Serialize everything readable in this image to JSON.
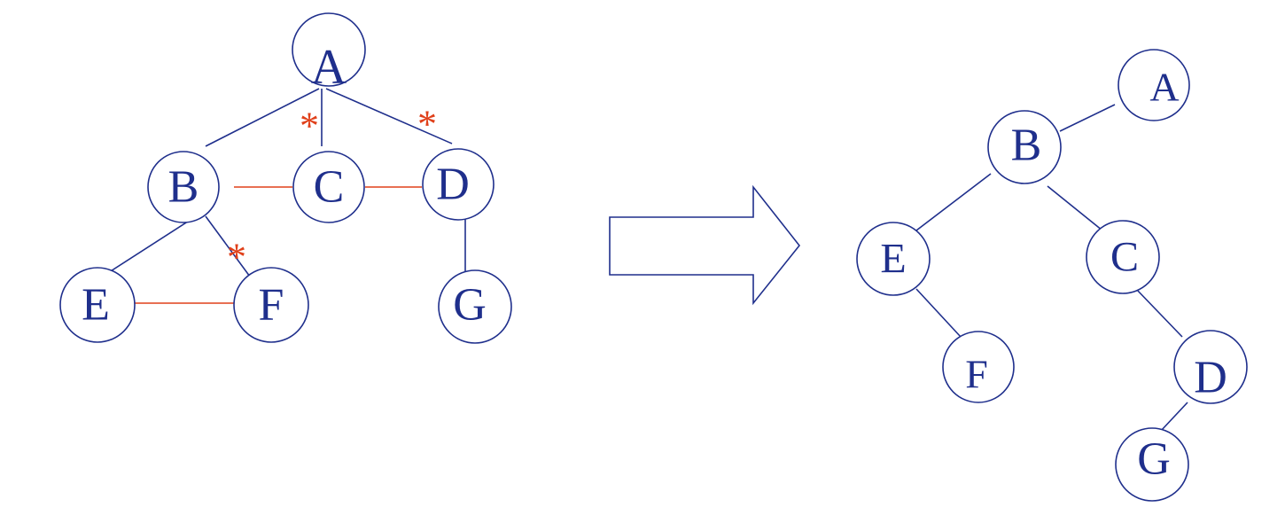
{
  "left_tree": {
    "nodes": [
      {
        "id": "A",
        "label": "A"
      },
      {
        "id": "B",
        "label": "B"
      },
      {
        "id": "C",
        "label": "C"
      },
      {
        "id": "D",
        "label": "D"
      },
      {
        "id": "E",
        "label": "E"
      },
      {
        "id": "F",
        "label": "F"
      },
      {
        "id": "G",
        "label": "G"
      }
    ],
    "edges": [
      {
        "from": "A",
        "to": "B",
        "kind": "parent-child"
      },
      {
        "from": "A",
        "to": "C",
        "kind": "parent-child",
        "removed_mark": "*"
      },
      {
        "from": "A",
        "to": "D",
        "kind": "parent-child",
        "removed_mark": "*"
      },
      {
        "from": "B",
        "to": "E",
        "kind": "parent-child"
      },
      {
        "from": "B",
        "to": "F",
        "kind": "parent-child",
        "removed_mark": "*"
      },
      {
        "from": "D",
        "to": "G",
        "kind": "parent-child"
      },
      {
        "from": "B",
        "to": "C",
        "kind": "sibling-link"
      },
      {
        "from": "C",
        "to": "D",
        "kind": "sibling-link"
      },
      {
        "from": "E",
        "to": "F",
        "kind": "sibling-link"
      }
    ]
  },
  "right_tree": {
    "nodes": [
      {
        "id": "A",
        "label": "A"
      },
      {
        "id": "B",
        "label": "B"
      },
      {
        "id": "C",
        "label": "C"
      },
      {
        "id": "D",
        "label": "D"
      },
      {
        "id": "E",
        "label": "E"
      },
      {
        "id": "F",
        "label": "F"
      },
      {
        "id": "G",
        "label": "G"
      }
    ],
    "edges": [
      {
        "from": "A",
        "to": "B"
      },
      {
        "from": "B",
        "to": "E"
      },
      {
        "from": "B",
        "to": "C"
      },
      {
        "from": "E",
        "to": "F"
      },
      {
        "from": "C",
        "to": "D"
      },
      {
        "from": "D",
        "to": "G"
      }
    ]
  },
  "colors": {
    "node_stroke": "#1f2f8c",
    "label_text": "#1f2f8c",
    "sibling_link": "#e0401a",
    "removed_mark": "#e0401a"
  },
  "icons": {
    "transform_arrow": "right-arrow-icon"
  }
}
